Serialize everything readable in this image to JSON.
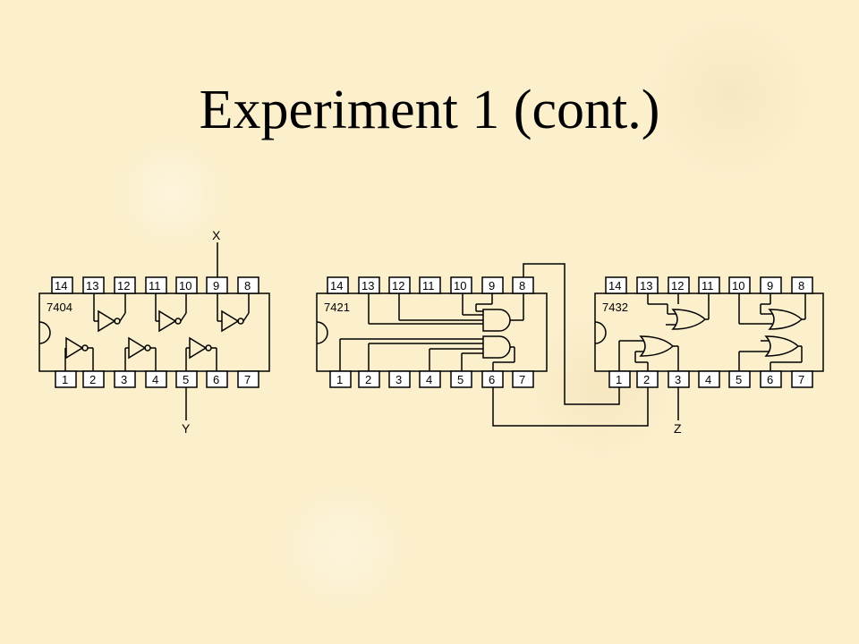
{
  "title": "Experiment 1 (cont.)",
  "chips": [
    {
      "id": "chip-7404",
      "label": "7404",
      "top_pins": [
        "14",
        "13",
        "12",
        "11",
        "10",
        "9",
        "8"
      ],
      "bottom_pins": [
        "1",
        "2",
        "3",
        "4",
        "5",
        "6",
        "7"
      ]
    },
    {
      "id": "chip-7421",
      "label": "7421",
      "top_pins": [
        "14",
        "13",
        "12",
        "11",
        "10",
        "9",
        "8"
      ],
      "bottom_pins": [
        "1",
        "2",
        "3",
        "4",
        "5",
        "6",
        "7"
      ]
    },
    {
      "id": "chip-7432",
      "label": "7432",
      "top_pins": [
        "14",
        "13",
        "12",
        "11",
        "10",
        "9",
        "8"
      ],
      "bottom_pins": [
        "1",
        "2",
        "3",
        "4",
        "5",
        "6",
        "7"
      ]
    }
  ],
  "signals": {
    "x": "X",
    "y": "Y",
    "z": "Z"
  },
  "colors": {
    "background": "#fbefcc",
    "pin_fill": "#ffffff",
    "line": "#000000"
  }
}
